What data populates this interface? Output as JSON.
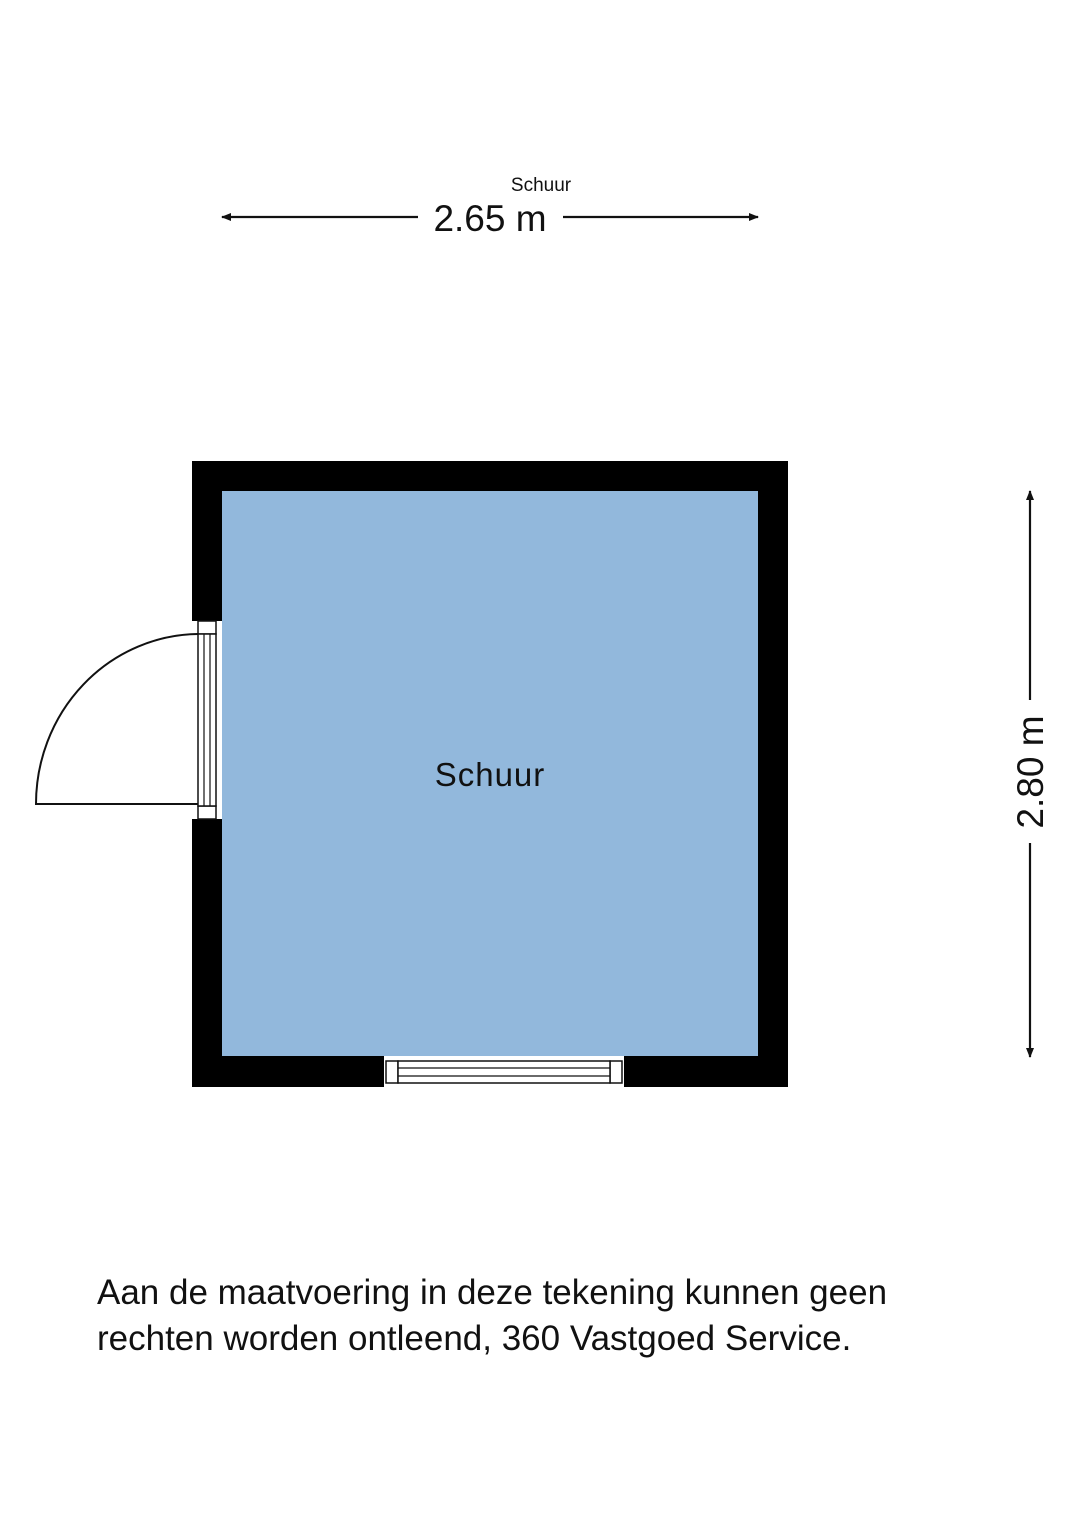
{
  "floorplan": {
    "title": "Schuur",
    "width_label": "2.65 m",
    "depth_label": "2.80 m",
    "room": {
      "name": "Schuur",
      "fill_color": "#92b8dc"
    },
    "wall_color": "#000000",
    "openings": [
      {
        "type": "door",
        "wall": "left"
      },
      {
        "type": "window",
        "wall": "bottom"
      }
    ]
  },
  "disclaimer": {
    "line1": "Aan de maatvoering in deze tekening kunnen geen",
    "line2": "rechten worden ontleend, 360 Vastgoed Service."
  }
}
